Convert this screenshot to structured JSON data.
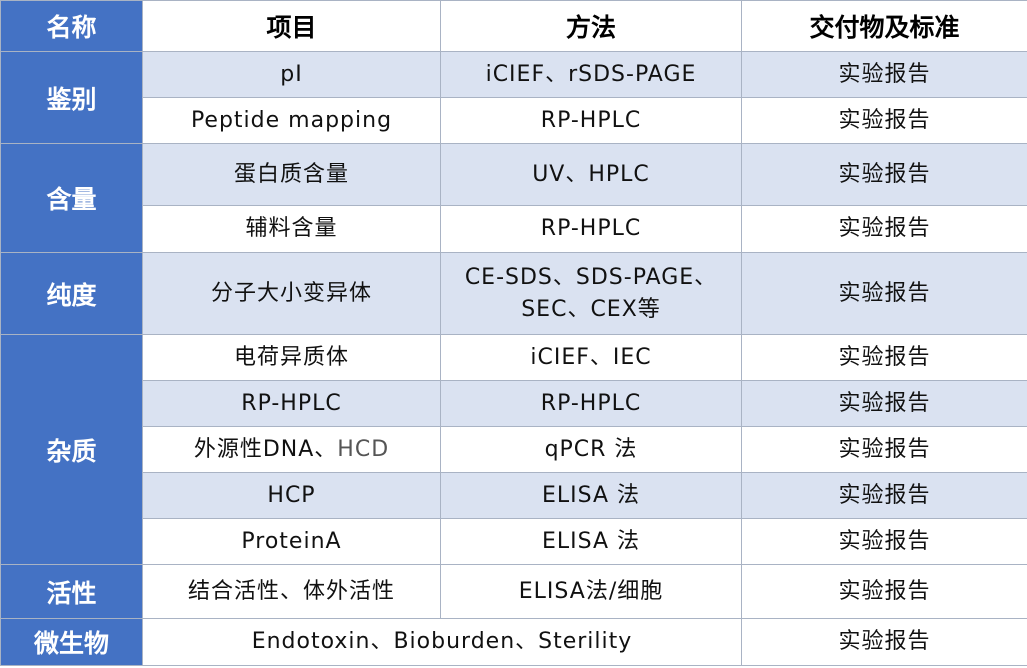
{
  "headers": [
    "名称",
    "项目",
    "方法",
    "交付物及标准"
  ],
  "categories": {
    "identification": "鉴别",
    "content": "含量",
    "purity": "纯度",
    "impurity": "杂质",
    "activity": "活性",
    "microbial": "微生物"
  },
  "rows": [
    {
      "item": "pI",
      "method": "iCIEF、rSDS-PAGE",
      "deliverable": "实验报告"
    },
    {
      "item": "Peptide mapping",
      "method": "RP-HPLC",
      "deliverable": "实验报告"
    },
    {
      "item": "蛋白质含量",
      "method": "UV、HPLC",
      "deliverable": "实验报告"
    },
    {
      "item": "辅料含量",
      "method": "RP-HPLC",
      "deliverable": "实验报告"
    },
    {
      "item": "分子大小变异体",
      "method_line1": "CE-SDS、SDS-PAGE、",
      "method_line2": "SEC、CEX等",
      "deliverable": "实验报告"
    },
    {
      "item": "电荷异质体",
      "method": "iCIEF、IEC",
      "deliverable": "实验报告"
    },
    {
      "item": "RP-HPLC",
      "method": "RP-HPLC",
      "deliverable": "实验报告"
    },
    {
      "item_part1": "外源性DNA、",
      "item_part2": "HCD",
      "method": "qPCR 法",
      "deliverable": "实验报告"
    },
    {
      "item": "HCP",
      "method": "ELISA 法",
      "deliverable": "实验报告"
    },
    {
      "item": "ProteinA",
      "method": "ELISA 法",
      "deliverable": "实验报告"
    },
    {
      "item": "结合活性、体外活性",
      "method": "ELISA法/细胞",
      "deliverable": "实验报告"
    },
    {
      "item_method": "Endotoxin、Bioburden、Sterility",
      "deliverable": "实验报告"
    }
  ]
}
